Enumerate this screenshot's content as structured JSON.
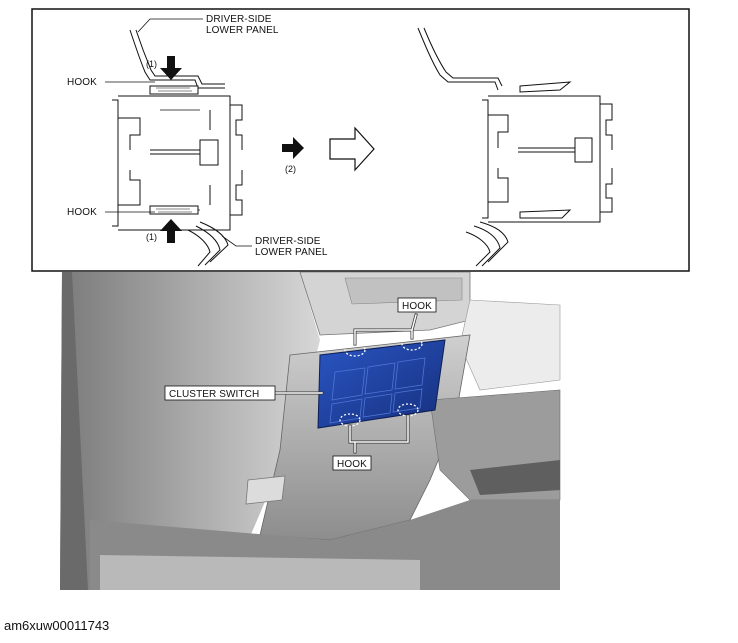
{
  "diagram": {
    "labels": {
      "driver_side_upper_line1": "DRIVER-SIDE",
      "driver_side_upper_line2": "LOWER PANEL",
      "driver_side_lower_line1": "DRIVER-SIDE",
      "driver_side_lower_line2": "LOWER PANEL",
      "hook_top": "HOOK",
      "hook_bottom": "HOOK",
      "step_1_top": "(1)",
      "step_1_bottom": "(1)",
      "step_2": "(2)"
    }
  },
  "photo": {
    "labels": {
      "hook_top": "HOOK",
      "hook_bottom": "HOOK",
      "cluster_switch": "CLUSTER SWITCH"
    },
    "colors": {
      "panel_blue": "#1f3d99",
      "trim_gray": "#b8b8b8"
    }
  },
  "caption": "am6xuw00011743"
}
